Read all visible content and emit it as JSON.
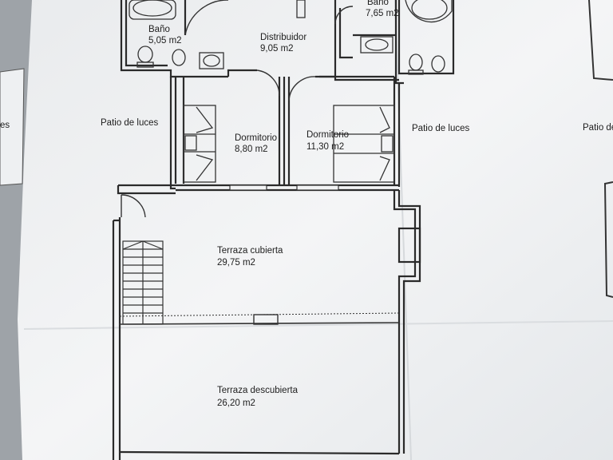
{
  "rooms": {
    "bano_left": {
      "name": "Baño",
      "area": "5,05 m2"
    },
    "bano_right": {
      "name": "Baño",
      "area": "7,65 m2"
    },
    "distribuidor": {
      "name": "Distribuidor",
      "area": "9,05 m2"
    },
    "dormitorio_left": {
      "name": "Dormitorio",
      "area": "8,80 m2"
    },
    "dormitorio_right": {
      "name": "Dormitorio",
      "area": "11,30 m2"
    },
    "terraza_cubierta": {
      "name": "Terraza cubierta",
      "area": "29,75 m2"
    },
    "terraza_descubierta": {
      "name": "Terraza descubierta",
      "area": "26,20 m2"
    }
  },
  "patios": {
    "left": "Patio de luces",
    "right": "Patio de luces",
    "far_right": "Patio de",
    "far_left_partial": "es"
  },
  "colors": {
    "paper": "#f3f4f5",
    "paper_shadow": "#dcdfe2",
    "line": "#2a2a2a",
    "background": "#9ea3a8"
  }
}
